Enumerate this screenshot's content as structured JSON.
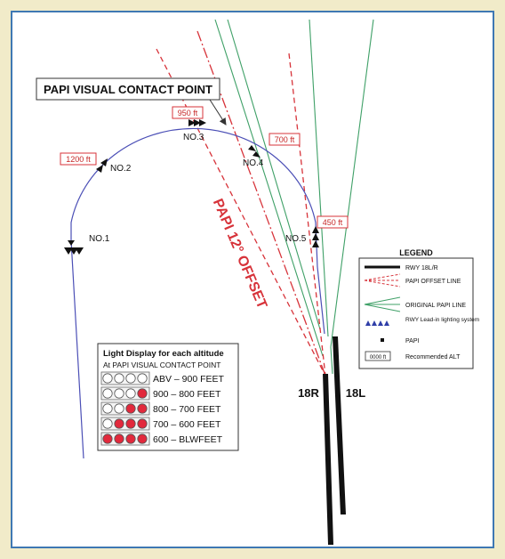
{
  "colors": {
    "page_bg": "#f1ebc9",
    "frame": "#3f78b3",
    "panel_bg": "#ffffff",
    "approach_curve": "#4b4fb6",
    "papi_offset_line": "#d7333a",
    "original_papi_line": "#3fa067",
    "runway": "#111111",
    "label_red": "#d7333a",
    "light_red": "#e2293c",
    "light_white": "#ffffff"
  },
  "contact_point_label": "PAPI VISUAL CONTACT POINT",
  "offset_label": "PAPI 12° OFFSET",
  "points": [
    {
      "id": "no1",
      "name": "NO.1",
      "altitude": ""
    },
    {
      "id": "no2",
      "name": "NO.2",
      "altitude": "1200 ft"
    },
    {
      "id": "no3",
      "name": "NO.3",
      "altitude": "950 ft"
    },
    {
      "id": "no4",
      "name": "NO.4",
      "altitude": "700 ft"
    },
    {
      "id": "no5",
      "name": "NO.5",
      "altitude": "450 ft"
    }
  ],
  "runways": {
    "left": "18R",
    "right": "18L"
  },
  "legend": {
    "title": "LEGEND",
    "items": [
      {
        "icon": "runway-line-icon",
        "label": "RWY 18L/R"
      },
      {
        "icon": "papi-offset-line-icon",
        "label": "PAPI OFFSET LINE"
      },
      {
        "icon": "original-papi-line-icon",
        "label": "ORIGINAL PAPI LINE"
      },
      {
        "icon": "lead-in-lighting-icon",
        "label": "RWY Lead-in lighting system"
      },
      {
        "icon": "papi-square-icon",
        "label": "PAPI"
      },
      {
        "icon": "altitude-box-icon",
        "label": "Recommended ALT",
        "sample": "0000 ft"
      }
    ]
  },
  "light_display": {
    "title": "Light Display for each altitude",
    "subtitle": "At PAPI VISUAL CONTACT POINT",
    "rows": [
      {
        "red_lights": 0,
        "label": "ABV – 900 FEET"
      },
      {
        "red_lights": 1,
        "label": "900 – 800 FEET"
      },
      {
        "red_lights": 2,
        "label": "800 – 700 FEET"
      },
      {
        "red_lights": 3,
        "label": "700 – 600 FEET"
      },
      {
        "red_lights": 4,
        "label": "600 – BLWFEET"
      }
    ]
  }
}
